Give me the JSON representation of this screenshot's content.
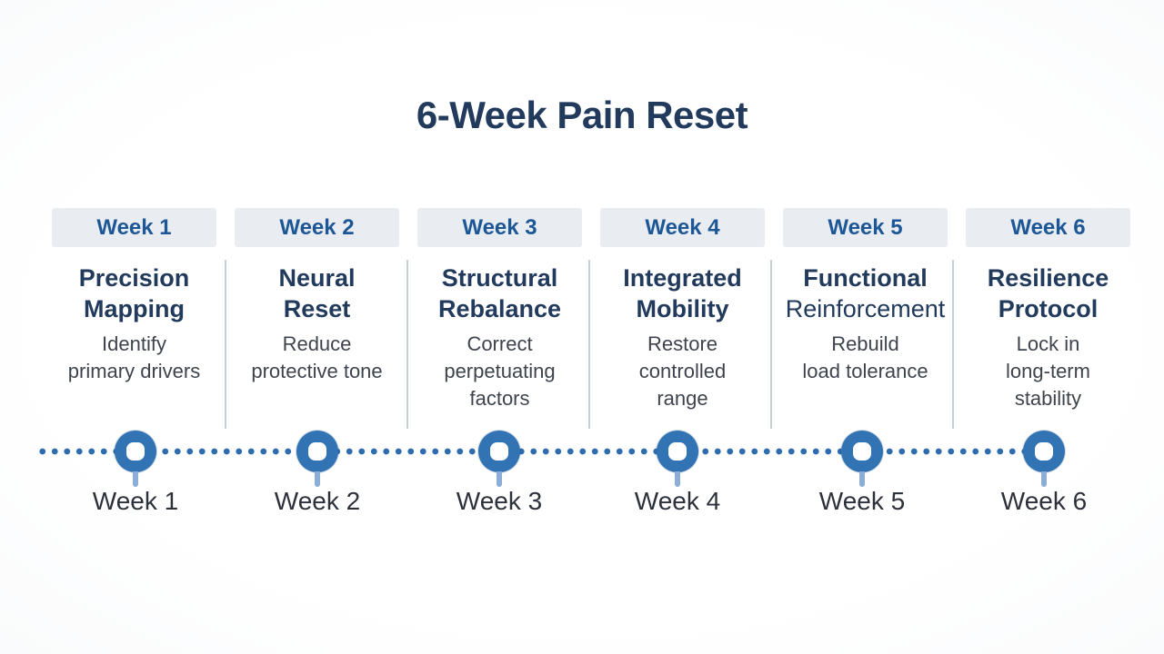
{
  "title": "6-Week Pain Reset",
  "columns": [
    {
      "week": "Week 1",
      "title": "Precision\nMapping",
      "title_light": "",
      "desc": "Identify\nprimary drivers",
      "timeline_label": "Week 1"
    },
    {
      "week": "Week 2",
      "title": "Neural\nReset",
      "title_light": "",
      "desc": "Reduce\nprotective tone",
      "timeline_label": "Week 2"
    },
    {
      "week": "Week 3",
      "title": "Structural\nRebalance",
      "title_light": "",
      "desc": "Correct\nperpetuating\nfactors",
      "timeline_label": "Week 3"
    },
    {
      "week": "Week 4",
      "title": "Integrated\nMobility",
      "title_light": "",
      "desc": "Restore\ncontrolled\nrange",
      "timeline_label": "Week 4"
    },
    {
      "week": "Week 5",
      "title": "Functional",
      "title_light": "Reinforcement",
      "desc": "Rebuild\nload tolerance",
      "timeline_label": "Week 5"
    },
    {
      "week": "Week 6",
      "title": "Resilience\nProtocol",
      "title_light": "",
      "desc": "Lock in\nlong-term\nstability",
      "timeline_label": "Week 6"
    }
  ],
  "colors": {
    "accent-blue": "#3273b4",
    "dot": "#2e6cae",
    "stem": "#8cadd5",
    "badge-bg": "#e9edf2",
    "badge-text": "#1d5795",
    "title-navy": "#223a5c",
    "desc-gray": "#3e444d",
    "divider": "#c4cfdb",
    "label-dark": "#2c313a"
  }
}
